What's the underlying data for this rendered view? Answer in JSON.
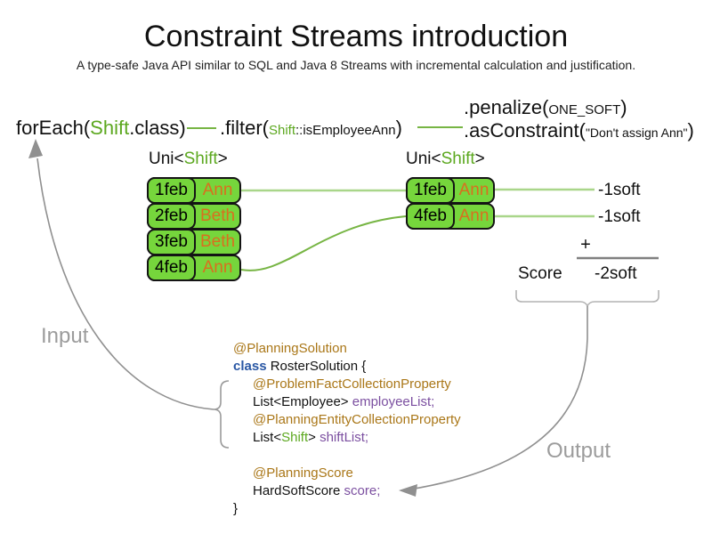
{
  "title": "Constraint Streams introduction",
  "subtitle": "A type-safe Java API similar to SQL and Java 8 Streams with incremental calculation and justification.",
  "pipeline": {
    "foreach": {
      "fn": "forEach(",
      "arg": "Shift",
      "rest": ".class)"
    },
    "filter": {
      "prefix": ".filter(",
      "arg_class": "Shift",
      "arg_method": "::isEmployeeAnn",
      "close": ")"
    },
    "penalize": {
      "prefix": ".penalize(",
      "arg": "ONE_SOFT",
      "close": ")"
    },
    "as_constraint": {
      "prefix": ".asConstraint(",
      "arg": "\"Don't assign Ann\"",
      "close": ")"
    }
  },
  "streams": {
    "left": {
      "type_prefix": "Uni<",
      "type_param": "Shift",
      "type_suffix": ">",
      "rows": [
        {
          "date": "1feb",
          "employee": "Ann"
        },
        {
          "date": "2feb",
          "employee": "Beth"
        },
        {
          "date": "3feb",
          "employee": "Beth"
        },
        {
          "date": "4feb",
          "employee": "Ann"
        }
      ]
    },
    "right": {
      "type_prefix": "Uni<",
      "type_param": "Shift",
      "type_suffix": ">",
      "rows": [
        {
          "date": "1feb",
          "employee": "Ann"
        },
        {
          "date": "4feb",
          "employee": "Ann"
        }
      ],
      "penalties": [
        "-1soft",
        "-1soft"
      ]
    }
  },
  "score_panel": {
    "plus": "+",
    "label": "Score",
    "value": "-2soft"
  },
  "annotations": {
    "input": "Input",
    "output": "Output"
  },
  "code": {
    "lines": [
      {
        "segments": [
          {
            "t": "@PlanningSolution",
            "c": "ann"
          }
        ]
      },
      {
        "segments": [
          {
            "t": "class",
            "c": "kw"
          },
          {
            "t": " RosterSolution {",
            "c": "pl"
          }
        ]
      },
      {
        "segments": [
          {
            "t": "@ProblemFactCollectionProperty",
            "c": "ann"
          }
        ]
      },
      {
        "segments": [
          {
            "t": "List<Employee> ",
            "c": "pl"
          },
          {
            "t": "employeeList;",
            "c": "fld"
          }
        ]
      },
      {
        "segments": [
          {
            "t": "@PlanningEntityCollectionProperty",
            "c": "ann"
          }
        ]
      },
      {
        "segments": [
          {
            "t": "List<",
            "c": "pl"
          },
          {
            "t": "Shift",
            "c": "grn"
          },
          {
            "t": "> ",
            "c": "pl"
          },
          {
            "t": "shiftList;",
            "c": "fld"
          }
        ]
      },
      {
        "segments": [
          {
            "t": "@PlanningScore",
            "c": "ann"
          }
        ]
      },
      {
        "segments": [
          {
            "t": "HardSoftScore ",
            "c": "pl"
          },
          {
            "t": "score;",
            "c": "fld"
          }
        ]
      },
      {
        "segments": [
          {
            "t": "}",
            "c": "pl"
          }
        ]
      }
    ]
  },
  "colors": {
    "shift_green": "#5ca81f",
    "box_green": "#76d63c",
    "employee_orange": "#d96f1f",
    "annotation_brown": "#aa7718",
    "keyword_blue": "#2957a4",
    "field_purple": "#7b4fa0",
    "connector_green": "#77b544",
    "connector_green_light": "#a9d68a",
    "gray_label": "#9c9c9c",
    "gray_arrow": "#909090"
  }
}
